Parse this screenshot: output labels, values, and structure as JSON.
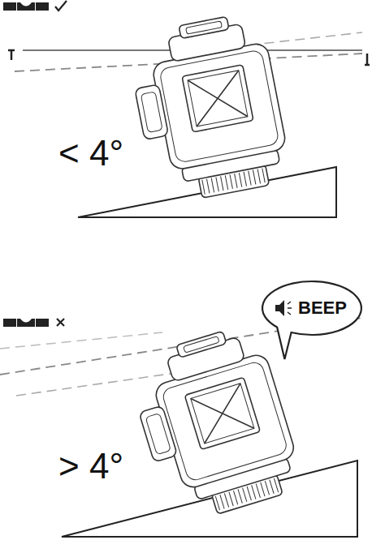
{
  "diagram": {
    "nodes": [
      {
        "text": [
          "BEEP"
        ]
      }
    ],
    "labels": [
      "< 4°",
      "> 4°"
    ]
  }
}
